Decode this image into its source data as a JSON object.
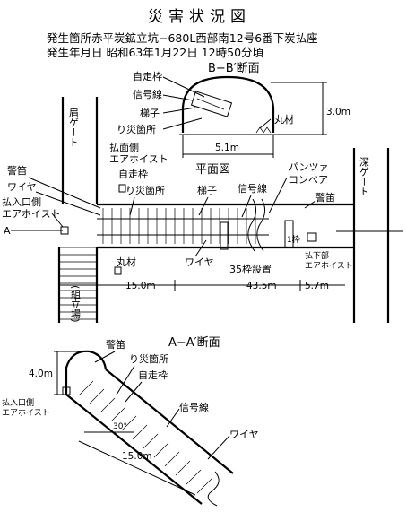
{
  "title": "災害状況図",
  "header": {
    "location": "発生箇所赤平炭鉱立坑−680L西部南12号6番下炭払座",
    "datetime": "発生年月日 昭和63年1月22日 12時50分頃"
  },
  "section_bb": {
    "title": "B−B′断面",
    "labels": {
      "self_prop_frame": "自走枠",
      "signal_line": "信号線",
      "ladder": "梯子",
      "disaster_site": "り災箇所",
      "timber": "丸材"
    },
    "dims": {
      "height": "3.0m",
      "width": "5.1m"
    }
  },
  "plan": {
    "title": "平面図",
    "labels": {
      "shoulder_gate": "肩ゲート",
      "deep_gate": "深ゲート",
      "face_hoist": "払面側\nエアホイスト",
      "whistle": "警笛",
      "wire": "ワイヤ",
      "entry_hoist": "払入口側\nエアホイスト",
      "point_a": "A",
      "self_prop_frame": "自走枠",
      "disaster_site": "り災箇所",
      "ladder": "梯子",
      "signal_line": "信号線",
      "panzer_conveyor": "パンツァ\nコンベア",
      "whistle2": "警笛",
      "timber": "丸材",
      "wire2": "ワイヤ",
      "frames": "35枠設置",
      "lower_hoist": "払下部\nエアホイスト",
      "assembly": "(組立場)",
      "frame_tag": "1枠"
    },
    "dims": {
      "a": "15.0m",
      "b": "43.5m",
      "c": "5.7m"
    }
  },
  "section_aa": {
    "title": "A−A′断面",
    "labels": {
      "whistle": "警笛",
      "disaster_site": "り災箇所",
      "self_prop_frame": "自走枠",
      "entry_hoist": "払入口側\nエアホイスト",
      "signal_line": "信号線",
      "wire": "ワイヤ",
      "angle": "30°"
    },
    "dims": {
      "height": "4.0m",
      "length": "15.0m"
    }
  }
}
